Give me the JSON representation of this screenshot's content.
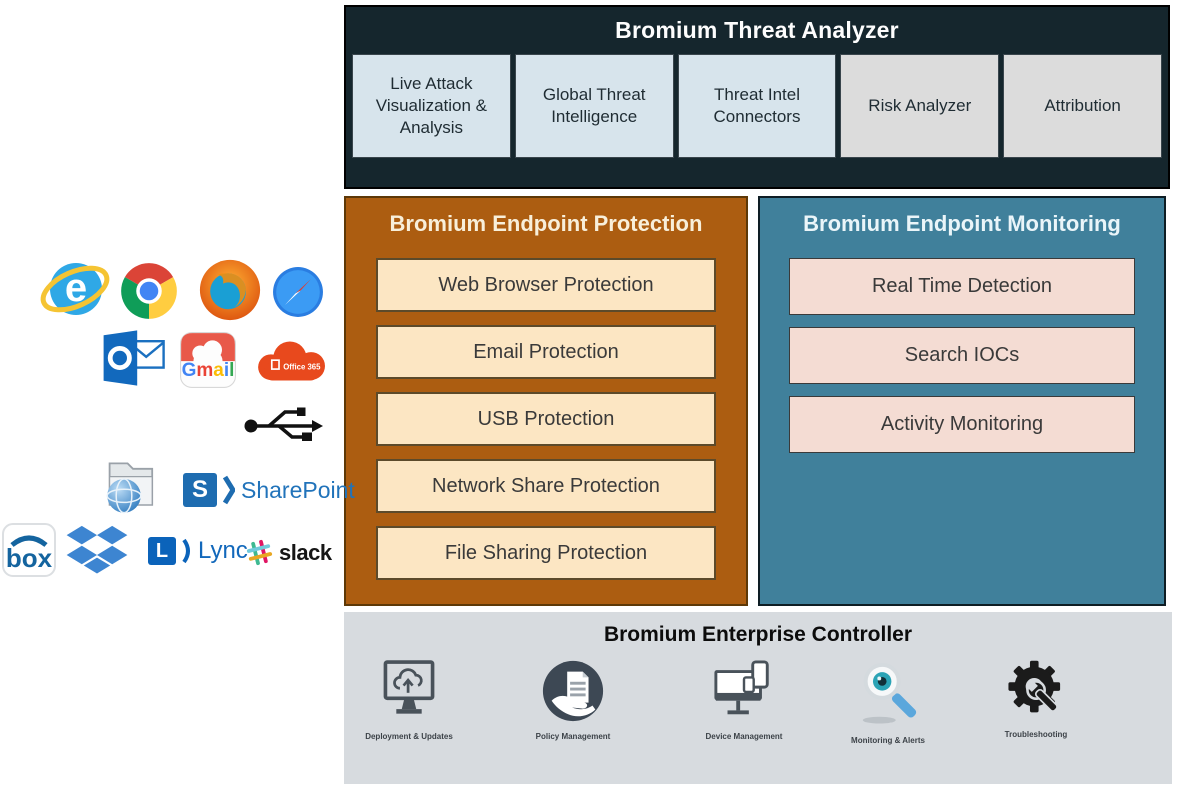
{
  "threat_analyzer": {
    "title": "Bromium Threat Analyzer",
    "modules": [
      {
        "label": "Live Attack Visualization & Analysis",
        "variant": "blue"
      },
      {
        "label": "Global Threat Intelligence",
        "variant": "blue"
      },
      {
        "label": "Threat Intel Connectors",
        "variant": "blue"
      },
      {
        "label": "Risk Analyzer",
        "variant": "gray"
      },
      {
        "label": "Attribution",
        "variant": "gray"
      }
    ]
  },
  "endpoint_protection": {
    "title": "Bromium Endpoint Protection",
    "items": [
      "Web Browser Protection",
      "Email Protection",
      "USB Protection",
      "Network Share Protection",
      "File Sharing Protection"
    ]
  },
  "endpoint_monitoring": {
    "title": "Bromium Endpoint Monitoring",
    "items": [
      "Real Time Detection",
      "Search IOCs",
      "Activity Monitoring"
    ]
  },
  "enterprise_controller": {
    "title": "Bromium Enterprise Controller",
    "functions": [
      {
        "label": "Deployment & Updates",
        "icon": "deployment-updates-icon"
      },
      {
        "label": "Policy Management",
        "icon": "policy-management-icon"
      },
      {
        "label": "Device Management",
        "icon": "device-management-icon"
      },
      {
        "label": "Monitoring & Alerts",
        "icon": "monitoring-alerts-icon"
      },
      {
        "label": "Troubleshooting",
        "icon": "troubleshooting-icon"
      }
    ]
  },
  "app_icons": {
    "ie_letter": "e",
    "gmail_letters": [
      "G",
      "m",
      "a",
      "i",
      "l"
    ],
    "office365_label": "Office 365",
    "sharepoint_initial": "S",
    "sharepoint_label": "SharePoint",
    "box_label": "box",
    "lync_initial": "L",
    "lync_label": "Lync",
    "slack_label": "slack"
  },
  "colors": {
    "threat_panel": "#15262d",
    "module_blue": "#d7e4ec",
    "module_gray": "#dcdcdc",
    "protection_panel": "#ac5d11",
    "protection_item": "#fce6c3",
    "monitoring_panel": "#40809b",
    "monitoring_item": "#f4dcd3",
    "controller_panel": "#d7dbdf"
  }
}
